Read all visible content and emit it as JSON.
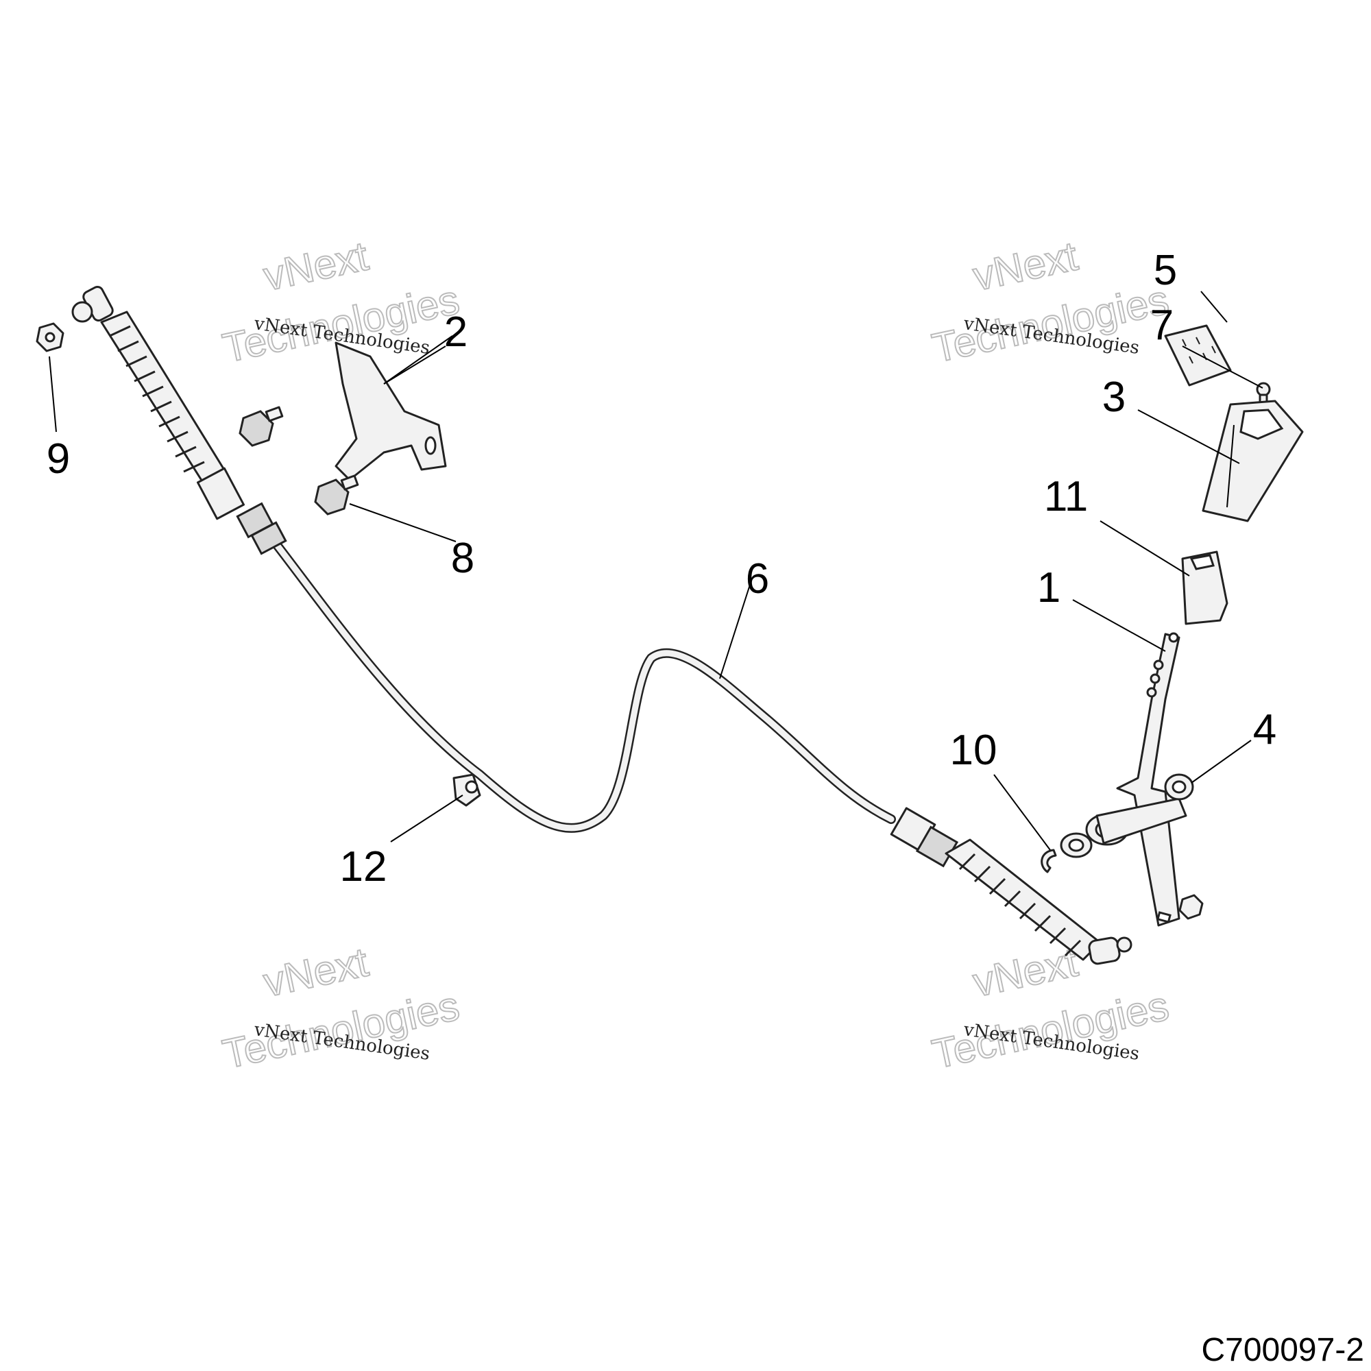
{
  "callouts": [
    {
      "id": "1",
      "label": "1"
    },
    {
      "id": "2",
      "label": "2"
    },
    {
      "id": "3",
      "label": "3"
    },
    {
      "id": "4",
      "label": "4"
    },
    {
      "id": "5",
      "label": "5"
    },
    {
      "id": "6",
      "label": "6"
    },
    {
      "id": "7",
      "label": "7"
    },
    {
      "id": "8",
      "label": "8"
    },
    {
      "id": "9",
      "label": "9"
    },
    {
      "id": "10",
      "label": "10"
    },
    {
      "id": "11",
      "label": "11"
    },
    {
      "id": "12",
      "label": "12"
    }
  ],
  "watermark": {
    "line": "vNext Technologies",
    "big_top": "vNext",
    "big_bottom": "Technologies"
  },
  "figure_code": "C700097-2"
}
